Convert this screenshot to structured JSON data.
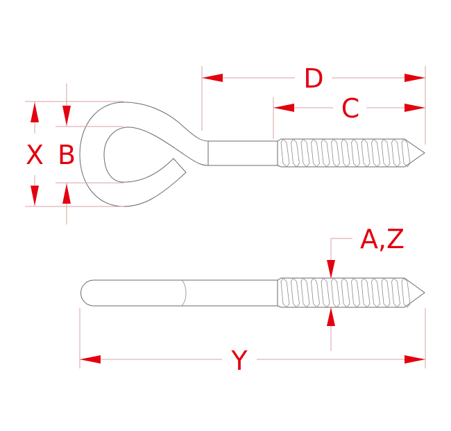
{
  "diagram": {
    "title": "Screw eye hook dimension drawing",
    "accent_color": "#e3000f",
    "views": [
      {
        "name": "side-view",
        "description": "Eye screw with closed loop and lag thread"
      },
      {
        "name": "top-view",
        "description": "Straight shank with lag thread"
      }
    ],
    "dimensions": {
      "D": "D",
      "C": "C",
      "X": "X",
      "B": "B",
      "AZ": "A,Z",
      "Y": "Y"
    }
  }
}
